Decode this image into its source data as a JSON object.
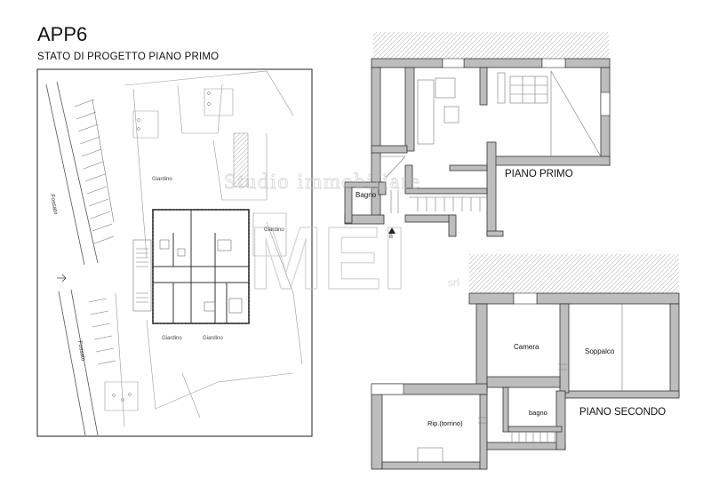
{
  "header": {
    "title": "APP6",
    "subtitle": "STATO DI PROGETTO PIANO PRIMO"
  },
  "site_plan": {
    "canal_label_top": "Fossato",
    "canal_label_bottom": "Fossato",
    "garden_labels": [
      "Giardino",
      "Giardino",
      "Giardino",
      "Giardino"
    ]
  },
  "first_floor": {
    "label": "PIANO PRIMO",
    "room_bagno": "Bagno",
    "section_marker": "B"
  },
  "second_floor": {
    "label": "PIANO SECONDO",
    "room_camera": "Camera",
    "room_soppalco": "Soppalco",
    "room_rip": "Rip.(torrino)",
    "room_bagno": "bagno"
  },
  "watermark": {
    "line1": "Studio immobiliare",
    "brand": "MEI",
    "suffix": "srl"
  },
  "colors": {
    "wall": "#bdbdbd",
    "wall_stroke": "#333333",
    "watermark": "#c8c8c8"
  }
}
